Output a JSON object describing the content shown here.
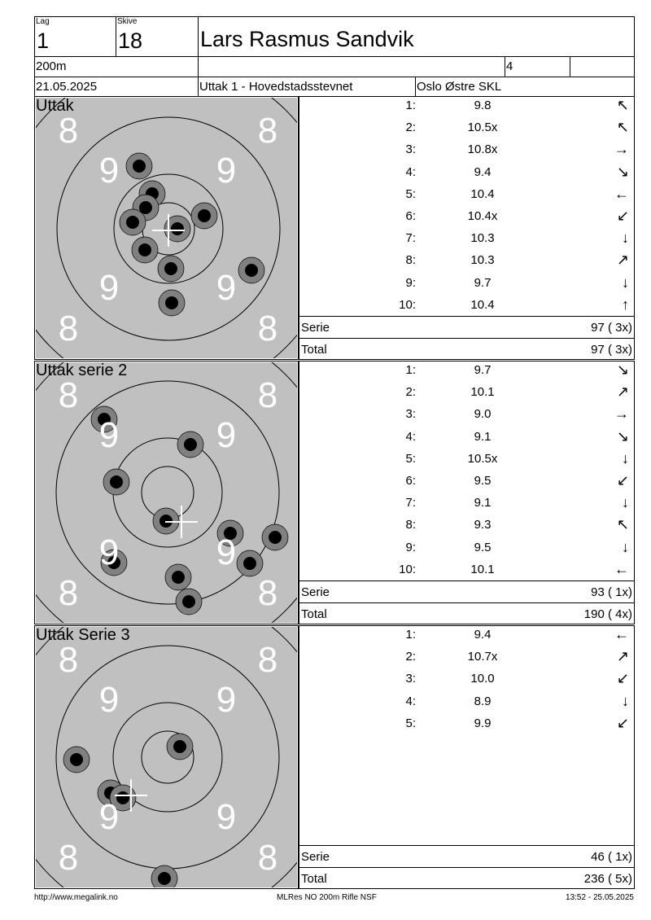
{
  "header": {
    "lag_label": "Lag",
    "lag": "1",
    "skive_label": "Skive",
    "skive": "18",
    "name": "Lars Rasmus Sandvik",
    "distance": "200m",
    "field2": "",
    "number": "4",
    "field4": "",
    "date": "21.05.2025",
    "event": "Uttak 1 - Hovedstadsstevnet",
    "club": "Oslo Østre SKL"
  },
  "target_labels": {
    "eight": "8",
    "nine": "9"
  },
  "sections": [
    {
      "title": "Uttak",
      "shots": [
        {
          "n": "1:",
          "v": "9.8",
          "dir": "↖"
        },
        {
          "n": "2:",
          "v": "10.5x",
          "dir": "↖"
        },
        {
          "n": "3:",
          "v": "10.8x",
          "dir": "→"
        },
        {
          "n": "4:",
          "v": "9.4",
          "dir": "↘"
        },
        {
          "n": "5:",
          "v": "10.4",
          "dir": "←"
        },
        {
          "n": "6:",
          "v": "10.4x",
          "dir": "↙"
        },
        {
          "n": "7:",
          "v": "10.3",
          "dir": "↓"
        },
        {
          "n": "8:",
          "v": "10.3",
          "dir": "↗"
        },
        {
          "n": "9:",
          "v": "9.7",
          "dir": "↓"
        },
        {
          "n": "10:",
          "v": "10.4",
          "dir": "↑"
        }
      ],
      "serie_label": "Serie",
      "serie": "97 ( 3x)",
      "total_label": "Total",
      "total": "97 ( 3x)"
    },
    {
      "title": "Uttak serie 2",
      "shots": [
        {
          "n": "1:",
          "v": "9.7",
          "dir": "↘"
        },
        {
          "n": "2:",
          "v": "10.1",
          "dir": "↗"
        },
        {
          "n": "3:",
          "v": "9.0",
          "dir": "→"
        },
        {
          "n": "4:",
          "v": "9.1",
          "dir": "↘"
        },
        {
          "n": "5:",
          "v": "10.5x",
          "dir": "↓"
        },
        {
          "n": "6:",
          "v": "9.5",
          "dir": "↙"
        },
        {
          "n": "7:",
          "v": "9.1",
          "dir": "↓"
        },
        {
          "n": "8:",
          "v": "9.3",
          "dir": "↖"
        },
        {
          "n": "9:",
          "v": "9.5",
          "dir": "↓"
        },
        {
          "n": "10:",
          "v": "10.1",
          "dir": "←"
        }
      ],
      "serie_label": "Serie",
      "serie": "93 ( 1x)",
      "total_label": "Total",
      "total": "190 ( 4x)"
    },
    {
      "title": "Uttak Serie 3",
      "shots": [
        {
          "n": "1:",
          "v": "9.4",
          "dir": "←"
        },
        {
          "n": "2:",
          "v": "10.7x",
          "dir": "↗"
        },
        {
          "n": "3:",
          "v": "10.0",
          "dir": "↙"
        },
        {
          "n": "4:",
          "v": "8.9",
          "dir": "↓"
        },
        {
          "n": "5:",
          "v": "9.9",
          "dir": "↙"
        }
      ],
      "serie_label": "Serie",
      "serie": "46 ( 1x)",
      "total_label": "Total",
      "total": "236 ( 5x)"
    }
  ],
  "footer": {
    "left": "http://www.megalink.no",
    "center": "MLRes NO 200m Rifle NSF",
    "right": "13:52 - 25.05.2025"
  },
  "colors": {
    "target_bg": "#c0c0c0",
    "shot_ring": "#808080",
    "shot_core": "#000000",
    "numbers": "#ffffff"
  }
}
